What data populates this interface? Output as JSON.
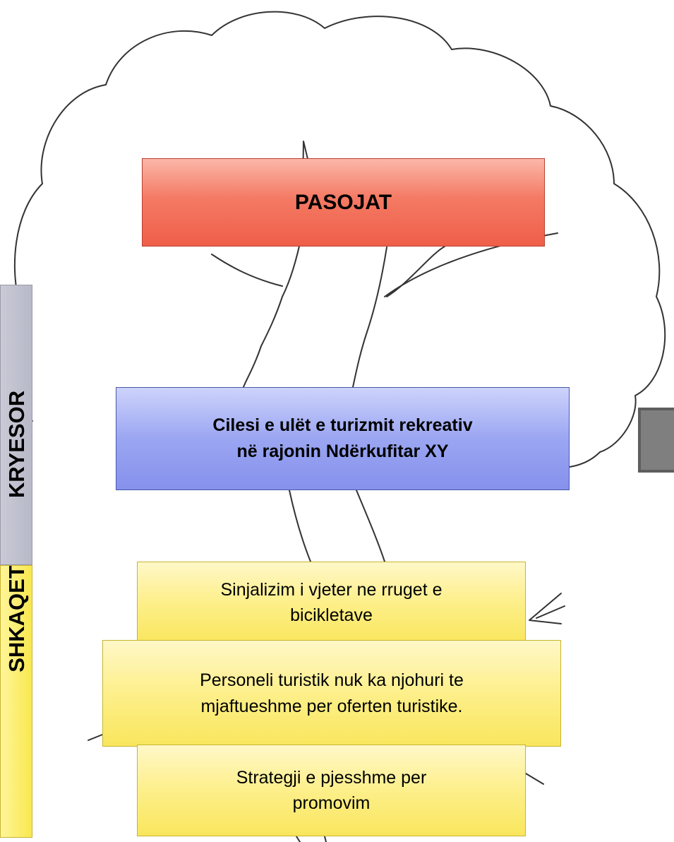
{
  "side_labels": {
    "main": "KRYESOR",
    "branches": "SHKAQET"
  },
  "consequences_box": {
    "label": "PASOJAT"
  },
  "core_problem": {
    "line1": "Cilesi e ulët e turizmit rekreativ",
    "line2": "në rajonin Ndërkufitar XY"
  },
  "causes": [
    {
      "line1": "Sinjalizim i vjeter ne rruget e",
      "line2": "bicikletave"
    },
    {
      "line1": "Personeli turistik nuk ka njohuri te",
      "line2": "mjaftueshme per oferten turistike."
    },
    {
      "line1": "Strategji e pjesshme per",
      "line2": "promovim"
    }
  ],
  "colors": {
    "consequences_fill": "#f47a64",
    "problem_fill": "#9ba6f2",
    "causes_fill": "#fdef8a",
    "side_main_fill": "#c3c4d2",
    "side_branches_fill": "#fbeb6a",
    "tree_outline": "#333333"
  }
}
